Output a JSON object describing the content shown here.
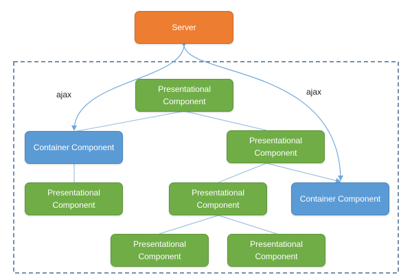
{
  "colors": {
    "server": "#ed7d31",
    "presentational": "#70ad47",
    "container": "#5b9bd5",
    "connector": "#6fa8dc",
    "boundary": "#4a6a8a"
  },
  "nodes": {
    "server": "Server",
    "pres_top": [
      "Presentational",
      "Component"
    ],
    "container_left": "Container Component",
    "pres_mid_right": [
      "Presentational",
      "Component"
    ],
    "pres_left": [
      "Presentational",
      "Component"
    ],
    "pres_center": [
      "Presentational",
      "Component"
    ],
    "container_right": "Container Component",
    "pres_bottom_left": [
      "Presentational",
      "Component"
    ],
    "pres_bottom_right": [
      "Presentational",
      "Component"
    ]
  },
  "labels": {
    "ajax_left": "ajax",
    "ajax_right": "ajax"
  }
}
